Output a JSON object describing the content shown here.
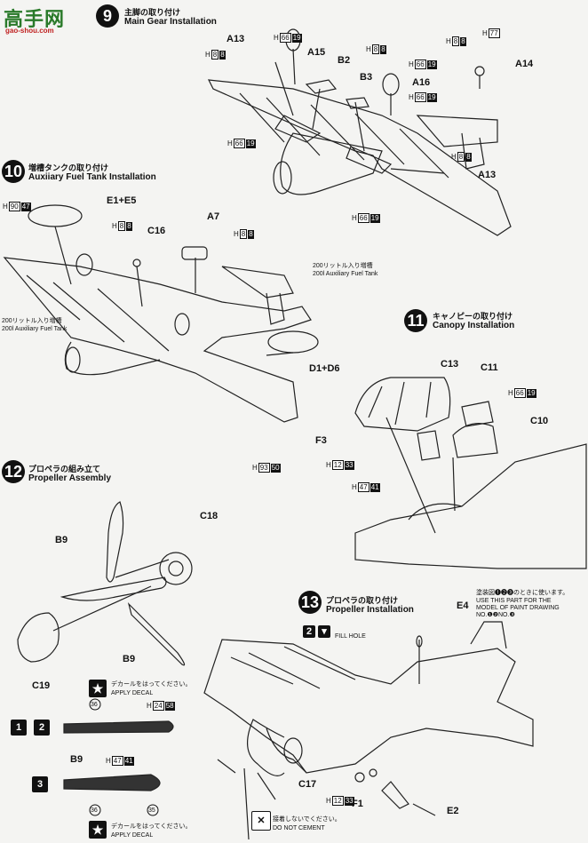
{
  "watermark": {
    "name": "高手网",
    "url": "gao-shou.com"
  },
  "steps": {
    "s9": {
      "num": "9",
      "ja": "主脚の取り付け",
      "en": "Main Gear Installation"
    },
    "s10": {
      "num": "10",
      "ja": "増槽タンクの取り付け",
      "en": "Auxiiary Fuel Tank Installation"
    },
    "s11": {
      "num": "11",
      "ja": "キャノピーの取り付け",
      "en": "Canopy Installation"
    },
    "s12": {
      "num": "12",
      "ja": "プロペラの組み立て",
      "en": "Propeller Assembly"
    },
    "s13": {
      "num": "13",
      "ja": "プロペラの取り付け",
      "en": "Propeller Installation"
    }
  },
  "parts": {
    "a13a": "A13",
    "a13b": "A13",
    "a15": "A15",
    "b2": "B2",
    "b3": "B3",
    "a16": "A16",
    "a14": "A14",
    "e1e5": "E1+E5",
    "c16": "C16",
    "a7": "A7",
    "d1d6": "D1+D6",
    "c13": "C13",
    "c11": "C11",
    "c10": "C10",
    "f3": "F3",
    "c18": "C18",
    "b9a": "B9",
    "b9b": "B9",
    "c19": "C19",
    "b9c": "B9",
    "e4": "E4",
    "c17": "C17",
    "f1": "F1",
    "e2": "E2"
  },
  "codes": {
    "h8": [
      "H",
      "8",
      "8"
    ],
    "h66": [
      "H",
      "66",
      "19"
    ],
    "h77": [
      "H",
      "77"
    ],
    "h90": [
      "H",
      "90",
      "47"
    ],
    "h93": [
      "H",
      "93",
      "50"
    ],
    "h12": [
      "H",
      "12",
      "33"
    ],
    "h47": [
      "H",
      "47",
      "41"
    ],
    "h24": [
      "H",
      "24",
      "58"
    ]
  },
  "notes": {
    "tank_ja": "200リットル入り増槽",
    "tank_en": "200l Auxiliary Fuel Tank",
    "tank_l_ja": "200リットル入り増槽",
    "tank_l_en": "200l Auxiliary Fuel Tank",
    "paint_ja": "塗装図❶❷❸のときに使います。",
    "paint_en1": "USE THIS PART FOR THE",
    "paint_en2": "MODEL OF PAINT DRAWING",
    "paint_en3": "NO.❶❷NO.❸",
    "fill_hole": "FILL HOLE",
    "decal_ja": "デカールをはってください。",
    "decal_en": "APPLY DECAL",
    "decal2_ja": "デカールをはってください。",
    "decal2_en": "APPLY DECAL",
    "nocement_ja": "接着しないでください。",
    "nocement_en": "DO NOT CEMENT"
  },
  "paint_numbers": {
    "p1": "1",
    "p2": "2",
    "p3": "3",
    "box2": "2",
    "decal_36a": "36",
    "decal_36b": "36",
    "decal_35": "35"
  }
}
